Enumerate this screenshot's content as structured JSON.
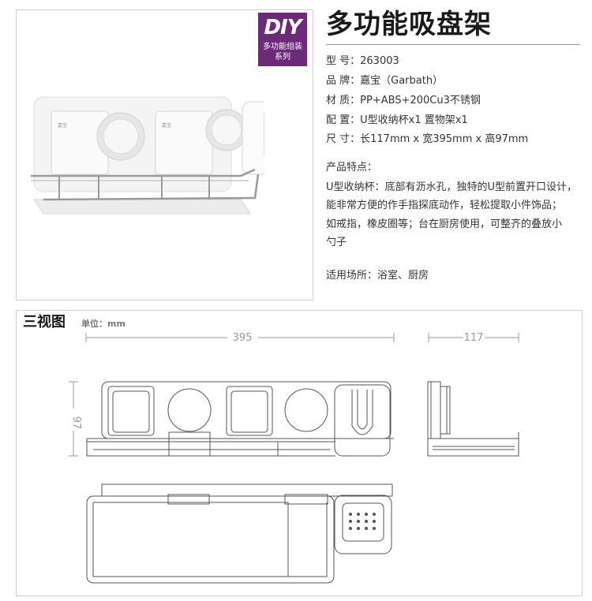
{
  "badge": {
    "logo": "DIY",
    "line1": "多功能组装",
    "line2": "系列"
  },
  "product": {
    "title": "多功能吸盘架"
  },
  "specs": [
    {
      "label": "型  号：",
      "value": "263003"
    },
    {
      "label": "品  牌：",
      "value": "嘉宝（Garbath）"
    },
    {
      "label": "材  质：",
      "value": "PP+ABS+200Cu3不锈钢"
    },
    {
      "label": "配  置：",
      "value": "U型收纳杯x1   置物架x1"
    },
    {
      "label": "尺  寸：",
      "value": "长117mm x 宽395mm x 高97mm"
    }
  ],
  "features": {
    "heading": "产品特点：",
    "lines": [
      "U型收纳杯：底部有沥水孔，独特的U型前置开口设计，",
      "能非常方便的作手指探底动作，轻松提取小件饰品；",
      "如戒指，橡皮圈等；台在厨房使用，可整齐的叠放小",
      "勺子"
    ]
  },
  "usage": "适用场所：浴室、厨房",
  "drawing": {
    "title": "三视图",
    "unit": "单位：mm",
    "dim_width": "395",
    "dim_depth": "117",
    "dim_height": "97"
  },
  "colors": {
    "badge": "#6c2a79",
    "line": "#555555",
    "dim": "#999999"
  }
}
